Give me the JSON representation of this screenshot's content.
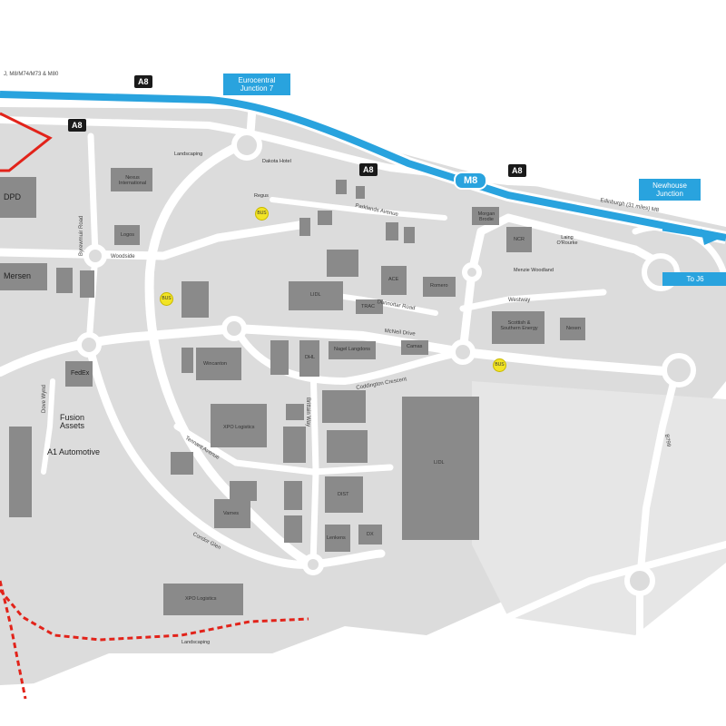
{
  "colors": {
    "motorway": "#29a3de",
    "boundary": "#e2231a",
    "road": "#ffffff",
    "land": "#dcdcdc",
    "building": "#8a8a8a",
    "bus_stop": "#f2e425",
    "shield": "#1a1a1a"
  },
  "roads": {
    "top_left": "J, M8/M74/M73 & M80",
    "a8_1": "A8",
    "a8_2": "A8",
    "a8_3": "A8",
    "a8_4": "A8",
    "m8": "M8",
    "edinburgh": "Edinburgh (31 miles) M8",
    "byresmuir": "Byrewmuir Road",
    "woodside": "Woodside",
    "mcneil": "McNeil Drive",
    "coddington": "Coddington Crescent",
    "dove_wynd": "Dove Wynd",
    "tennant": "Tennant Avenue",
    "condor": "Condor Glen",
    "brittain": "Brittain Way",
    "parklands": "Parklands Avenue",
    "dunnottar": "Dunnottar Road",
    "westway": "Westway",
    "b799": "B799"
  },
  "signs": {
    "eurocentral": "Eurocentral Junction 7",
    "newhouse": "Newhouse Junction",
    "to_j6": "To J6"
  },
  "landmarks": {
    "landscaping_top": "Landscaping",
    "dakota": "Dakota Hotel",
    "regus": "Regus",
    "landscaping_bottom": "Landscaping",
    "menzies_wood": "Menzie Woodland"
  },
  "occupiers": {
    "dpd": "DPD",
    "mersen": "Mersen",
    "nexus": "Nexus International",
    "logos": "Logos",
    "fedex": "FedEx",
    "fusion": "Fusion Assets",
    "a1": "A1 Automotive",
    "lidl_small": "LIDL",
    "ace": "ACE",
    "romero": "Romero",
    "trac": "TRAC",
    "morgan": "Morgan Brodie",
    "ncr": "NCR",
    "laing": "Laing O'Rourke",
    "scottish": "Scottish & Southern Energy",
    "nexen": "Nexen",
    "wincanton": "Wincanton",
    "dhl": "DHL",
    "nagel": "Nagel Langdons",
    "camas": "Camas",
    "xpo_1": "XPO Logistics",
    "lidl_big": "LIDL",
    "dist": "DIST",
    "lenkens": "Lenkens",
    "dx": "DX",
    "varnes": "Varnes",
    "xpo_2": "XPO Logistics"
  },
  "bus_stop_label": "BUS"
}
